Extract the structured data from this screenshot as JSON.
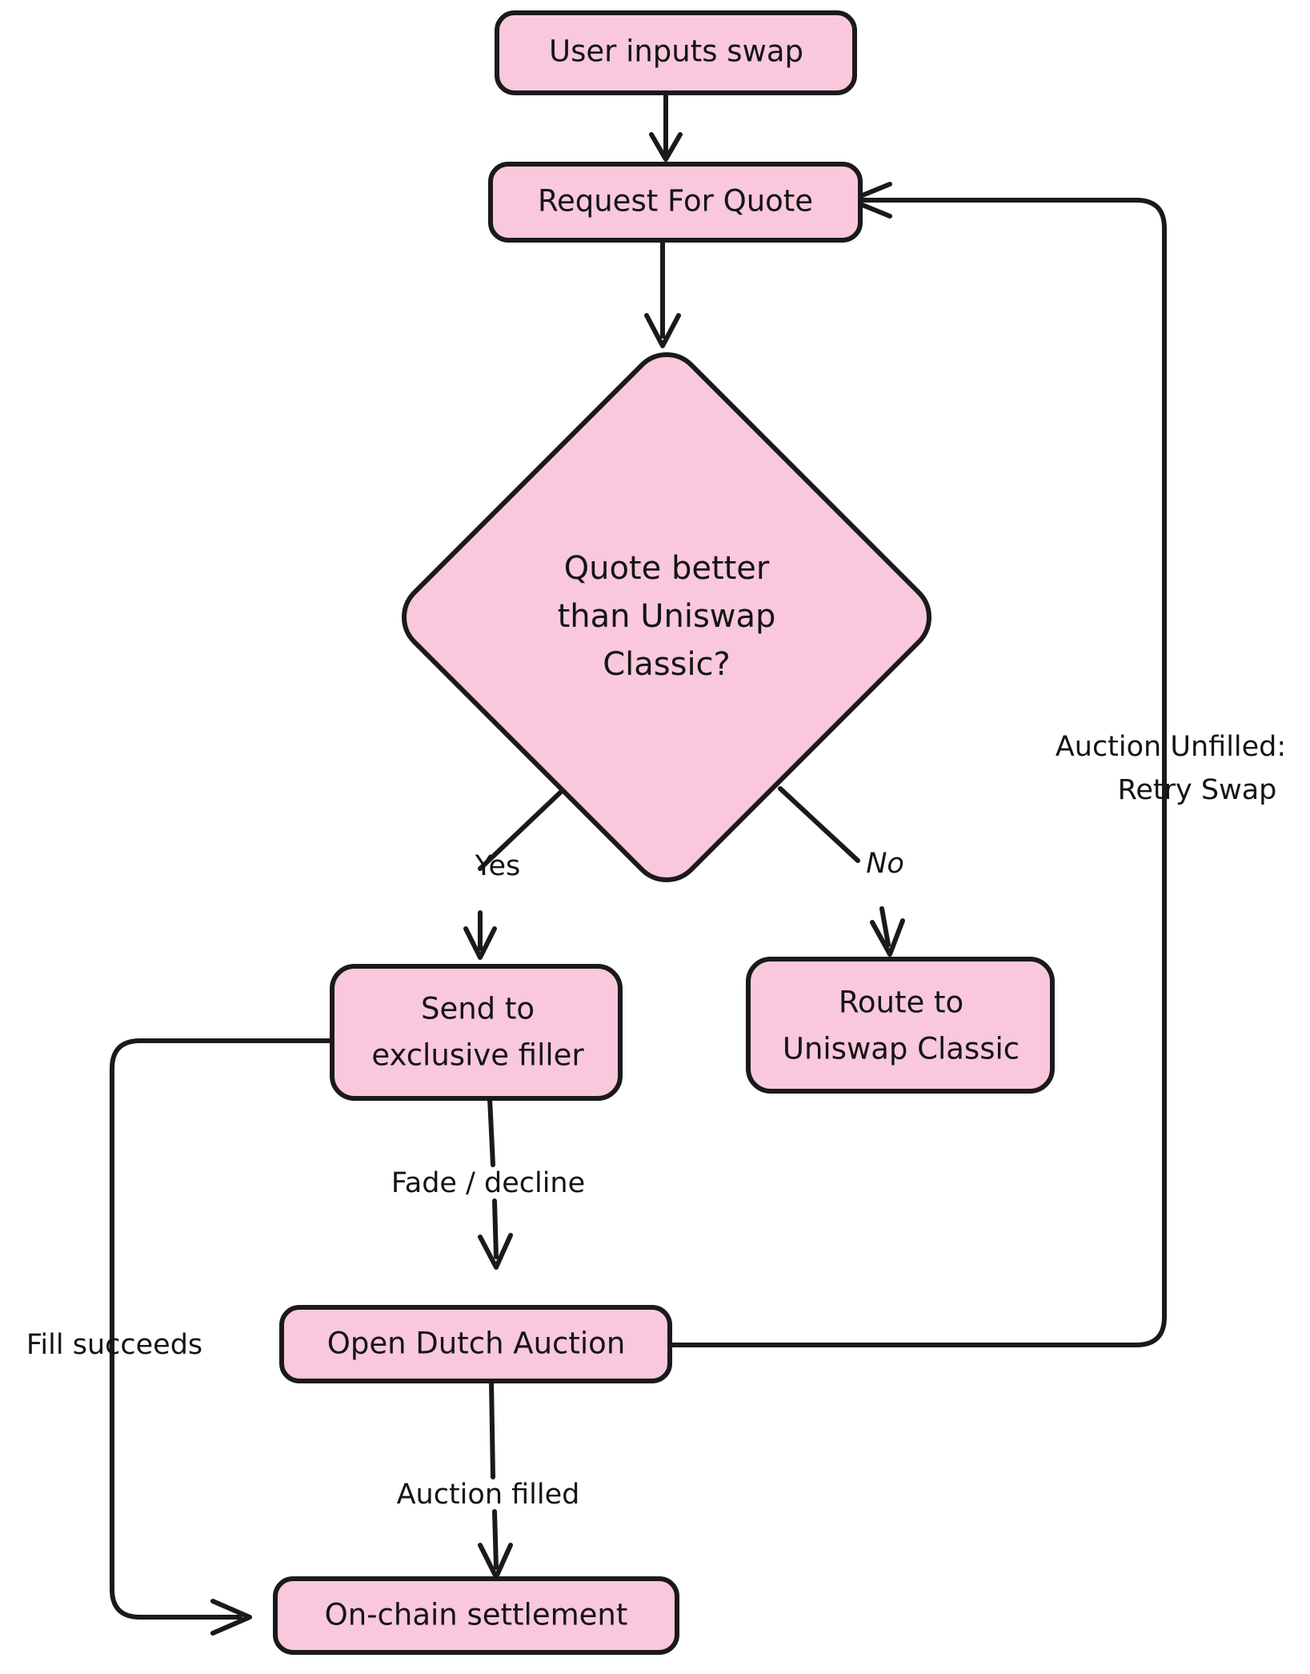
{
  "diagram": {
    "title": "Uniswap swap routing flow",
    "colors": {
      "node_fill": "#F9C8DC",
      "node_stroke": "#1A1A1A",
      "edge_stroke": "#1A1A1A",
      "label_text": "#141414",
      "background": "#FFFFFF"
    },
    "nodes": [
      {
        "id": "user-inputs-swap",
        "shape": "rounded-rect",
        "label": "User inputs swap",
        "lines": [
          "User inputs swap"
        ]
      },
      {
        "id": "request-for-quote",
        "shape": "rounded-rect",
        "label": "Request For Quote",
        "lines": [
          "Request For Quote"
        ]
      },
      {
        "id": "quote-better-decision",
        "shape": "diamond",
        "label": "Quote better than Uniswap Classic?",
        "lines": [
          "Quote better",
          "than Uniswap",
          "Classic?"
        ]
      },
      {
        "id": "send-to-exclusive-filler",
        "shape": "rounded-rect",
        "label": "Send to exclusive filler",
        "lines": [
          "Send to",
          "exclusive filler"
        ]
      },
      {
        "id": "route-to-uniswap-classic",
        "shape": "rounded-rect",
        "label": "Route to Uniswap Classic",
        "lines": [
          "Route to",
          "Uniswap Classic"
        ]
      },
      {
        "id": "open-dutch-auction",
        "shape": "rounded-rect",
        "label": "Open Dutch Auction",
        "lines": [
          "Open Dutch Auction"
        ]
      },
      {
        "id": "on-chain-settlement",
        "shape": "rounded-rect",
        "label": "On-chain settlement",
        "lines": [
          "On-chain settlement"
        ]
      }
    ],
    "edges": [
      {
        "id": "e1",
        "from": "user-inputs-swap",
        "to": "request-for-quote",
        "label": ""
      },
      {
        "id": "e2",
        "from": "request-for-quote",
        "to": "quote-better-decision",
        "label": ""
      },
      {
        "id": "e3",
        "from": "quote-better-decision",
        "to": "send-to-exclusive-filler",
        "label": "Yes"
      },
      {
        "id": "e4",
        "from": "quote-better-decision",
        "to": "route-to-uniswap-classic",
        "label": "No"
      },
      {
        "id": "e5",
        "from": "send-to-exclusive-filler",
        "to": "open-dutch-auction",
        "label": "Fade / decline"
      },
      {
        "id": "e6",
        "from": "open-dutch-auction",
        "to": "on-chain-settlement",
        "label": "Auction filled"
      },
      {
        "id": "e7",
        "from": "open-dutch-auction",
        "to": "request-for-quote",
        "label": "Auction Unfilled: Retry Swap",
        "label_lines": [
          "Auction Unfilled:",
          "Retry Swap"
        ]
      },
      {
        "id": "e8",
        "from": "send-to-exclusive-filler",
        "to": "on-chain-settlement",
        "label": "Fill succeeds"
      }
    ]
  }
}
